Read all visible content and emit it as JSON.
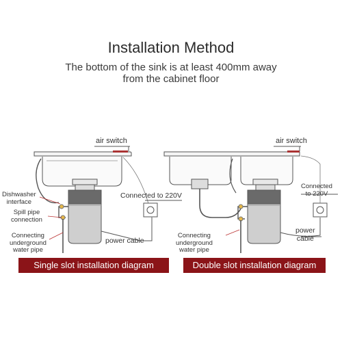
{
  "header": {
    "title": "Installation Method",
    "subtitle_line1": "The bottom of the sink is at least 400mm away",
    "subtitle_line2": "from the cabinet floor"
  },
  "single": {
    "air_switch": "air switch",
    "dishwasher_line1": "Dishwasher",
    "dishwasher_line2": "interface",
    "spill_line1": "Spill pipe",
    "spill_line2": "connection",
    "underground_line1": "Connecting",
    "underground_line2": "underground",
    "underground_line3": "water pipe",
    "connected": "Connected to 220V",
    "power_cable": "power cable",
    "banner": "Single slot installation diagram"
  },
  "double": {
    "air_switch": "air switch",
    "connected_line1": "Connected",
    "connected_line2": "to 220V",
    "power_line1": "power",
    "power_line2": "cable",
    "underground_line1": "Connecting",
    "underground_line2": "underground",
    "underground_line3": "water pipe",
    "banner": "Double slot installation diagram"
  },
  "colors": {
    "banner": "#8b1418",
    "accent_red": "#a33",
    "line": "#555555"
  }
}
